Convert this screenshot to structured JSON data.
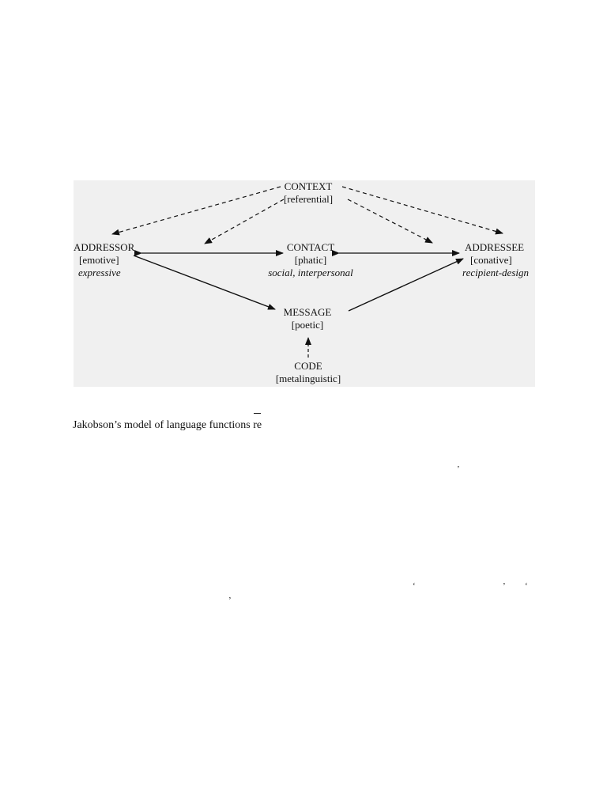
{
  "diagram": {
    "context": {
      "name": "CONTEXT",
      "function": "[referential]"
    },
    "addressor": {
      "name": "ADDRESSOR",
      "function": "[emotive]",
      "description": "expressive"
    },
    "contact": {
      "name": "CONTACT",
      "function": "[phatic]",
      "description": "social, interpersonal"
    },
    "addressee": {
      "name": "ADDRESSEE",
      "function": "[conative]",
      "description": "recipient-design"
    },
    "message": {
      "name": "MESSAGE",
      "function": "[poetic]"
    },
    "code": {
      "name": "CODE",
      "function": "[metalinguistic]"
    },
    "colors": {
      "panel": "#f0f0f0",
      "ink": "#111111"
    }
  },
  "caption": "Jakobson’s model of language functions re",
  "stray_marks": {
    "dash": "_",
    "quote_1": "’",
    "quote_2": "‘",
    "quote_3": "’",
    "quote_4": "‘",
    "quote_5": "’"
  }
}
